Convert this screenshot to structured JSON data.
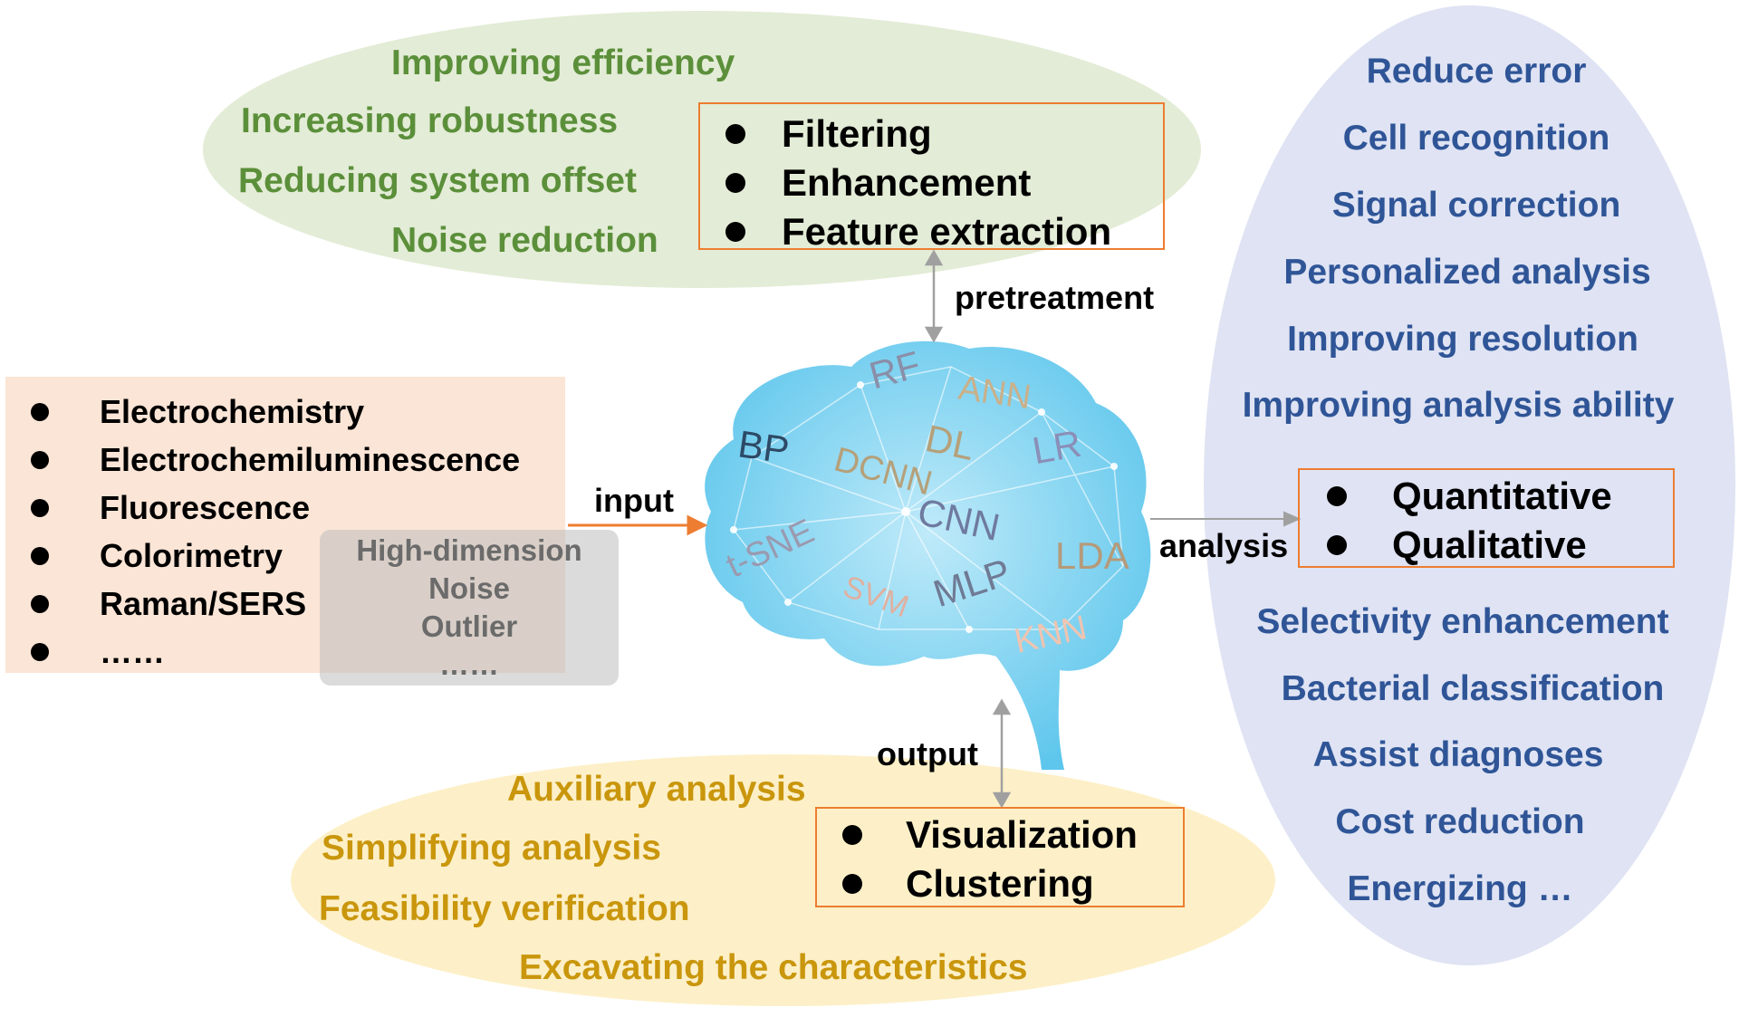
{
  "pretreatment": {
    "goals": [
      "Improving efficiency",
      "Increasing robustness",
      "Reducing system offset",
      "Noise reduction"
    ],
    "methods": [
      "Filtering",
      "Enhancement",
      "Feature extraction"
    ],
    "arrow_label": "pretreatment"
  },
  "input": {
    "sources": [
      "Electrochemistry",
      "Electrochemiluminescence",
      "Fluorescence",
      "Colorimetry",
      "Raman/SERS",
      "……"
    ],
    "data_issues": [
      "High-dimension",
      "Noise",
      "Outlier",
      "……"
    ],
    "arrow_label": "input"
  },
  "brain": {
    "algorithms": [
      "RF",
      "ANN",
      "BP",
      "DL",
      "LR",
      "DCNN",
      "CNN",
      "t-SNE",
      "LDA",
      "MLP",
      "SVM",
      "KNN"
    ]
  },
  "analysis": {
    "arrow_label": "analysis",
    "methods": [
      "Quantitative",
      "Qualitative"
    ],
    "benefits_top": [
      "Reduce error",
      "Cell recognition",
      "Signal correction",
      "Personalized analysis",
      "Improving resolution",
      "Improving analysis ability"
    ],
    "benefits_bottom": [
      "Selectivity enhancement",
      "Bacterial classification",
      "Assist diagnoses",
      "Cost reduction",
      "Energizing …"
    ]
  },
  "output": {
    "arrow_label": "output",
    "methods": [
      "Visualization",
      "Clustering"
    ],
    "goals": [
      "Auxiliary analysis",
      "Simplifying analysis",
      "Feasibility verification",
      "Excavating the characteristics"
    ]
  },
  "colors": {
    "green": "#5b8f3a",
    "blue": "#2f5597",
    "yellow": "#c9960c",
    "orange": "#ed7d31"
  }
}
